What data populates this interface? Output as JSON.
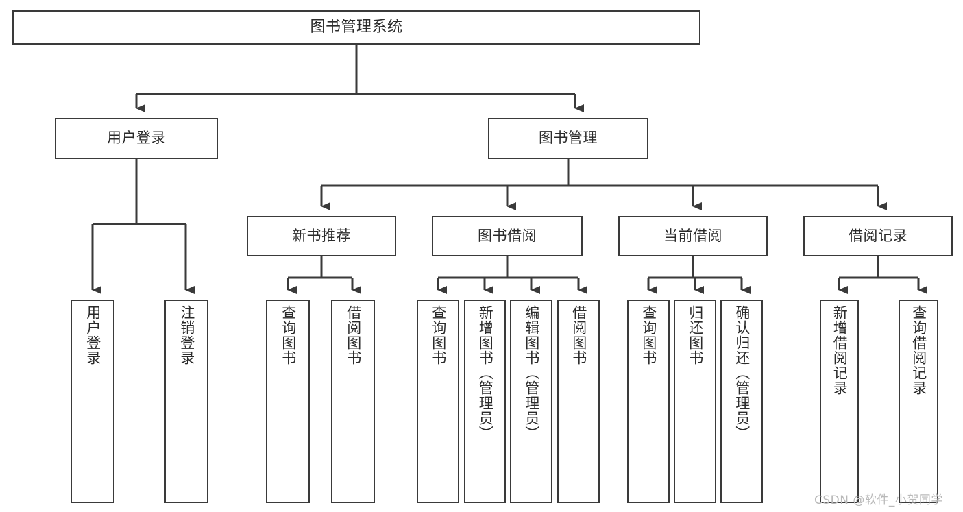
{
  "diagram": {
    "title": "图书管理系统",
    "watermark": "CSDN @软件_小贺同学",
    "stroke_color": "#3a3a3a",
    "text_color": "#2b2b2b",
    "background_color": "#ffffff",
    "watermark_color": "#b9b9b9"
  },
  "nodes": {
    "root": {
      "label": "图书管理系统"
    },
    "level1": [
      {
        "label": "用户登录"
      },
      {
        "label": "图书管理"
      }
    ],
    "level2": [
      {
        "label": "新书推荐"
      },
      {
        "label": "图书借阅"
      },
      {
        "label": "当前借阅"
      },
      {
        "label": "借阅记录"
      }
    ],
    "leaves": {
      "user_login": [
        {
          "label": "用户登录"
        },
        {
          "label": "注销登录"
        }
      ],
      "new_book_recommend": [
        {
          "label": "查询图书"
        },
        {
          "label": "借阅图书"
        }
      ],
      "book_borrow": [
        {
          "label": "查询图书"
        },
        {
          "label": "新增图书（管理员）"
        },
        {
          "label": "编辑图书（管理员）"
        },
        {
          "label": "借阅图书"
        }
      ],
      "current_borrow": [
        {
          "label": "查询图书"
        },
        {
          "label": "归还图书"
        },
        {
          "label": "确认归还（管理员）"
        }
      ],
      "borrow_record": [
        {
          "label": "新增借阅记录"
        },
        {
          "label": "查询借阅记录"
        }
      ]
    }
  },
  "chart_data": {
    "type": "table",
    "title": "图书管理系统 功能结构图",
    "hierarchy": {
      "name": "图书管理系统",
      "children": [
        {
          "name": "用户登录",
          "children": [
            {
              "name": "用户登录"
            },
            {
              "name": "注销登录"
            }
          ]
        },
        {
          "name": "图书管理",
          "children": [
            {
              "name": "新书推荐",
              "children": [
                {
                  "name": "查询图书"
                },
                {
                  "name": "借阅图书"
                }
              ]
            },
            {
              "name": "图书借阅",
              "children": [
                {
                  "name": "查询图书"
                },
                {
                  "name": "新增图书（管理员）"
                },
                {
                  "name": "编辑图书（管理员）"
                },
                {
                  "name": "借阅图书"
                }
              ]
            },
            {
              "name": "当前借阅",
              "children": [
                {
                  "name": "查询图书"
                },
                {
                  "name": "归还图书"
                },
                {
                  "name": "确认归还（管理员）"
                }
              ]
            },
            {
              "name": "借阅记录",
              "children": [
                {
                  "name": "新增借阅记录"
                },
                {
                  "name": "查询借阅记录"
                }
              ]
            }
          ]
        }
      ]
    }
  }
}
